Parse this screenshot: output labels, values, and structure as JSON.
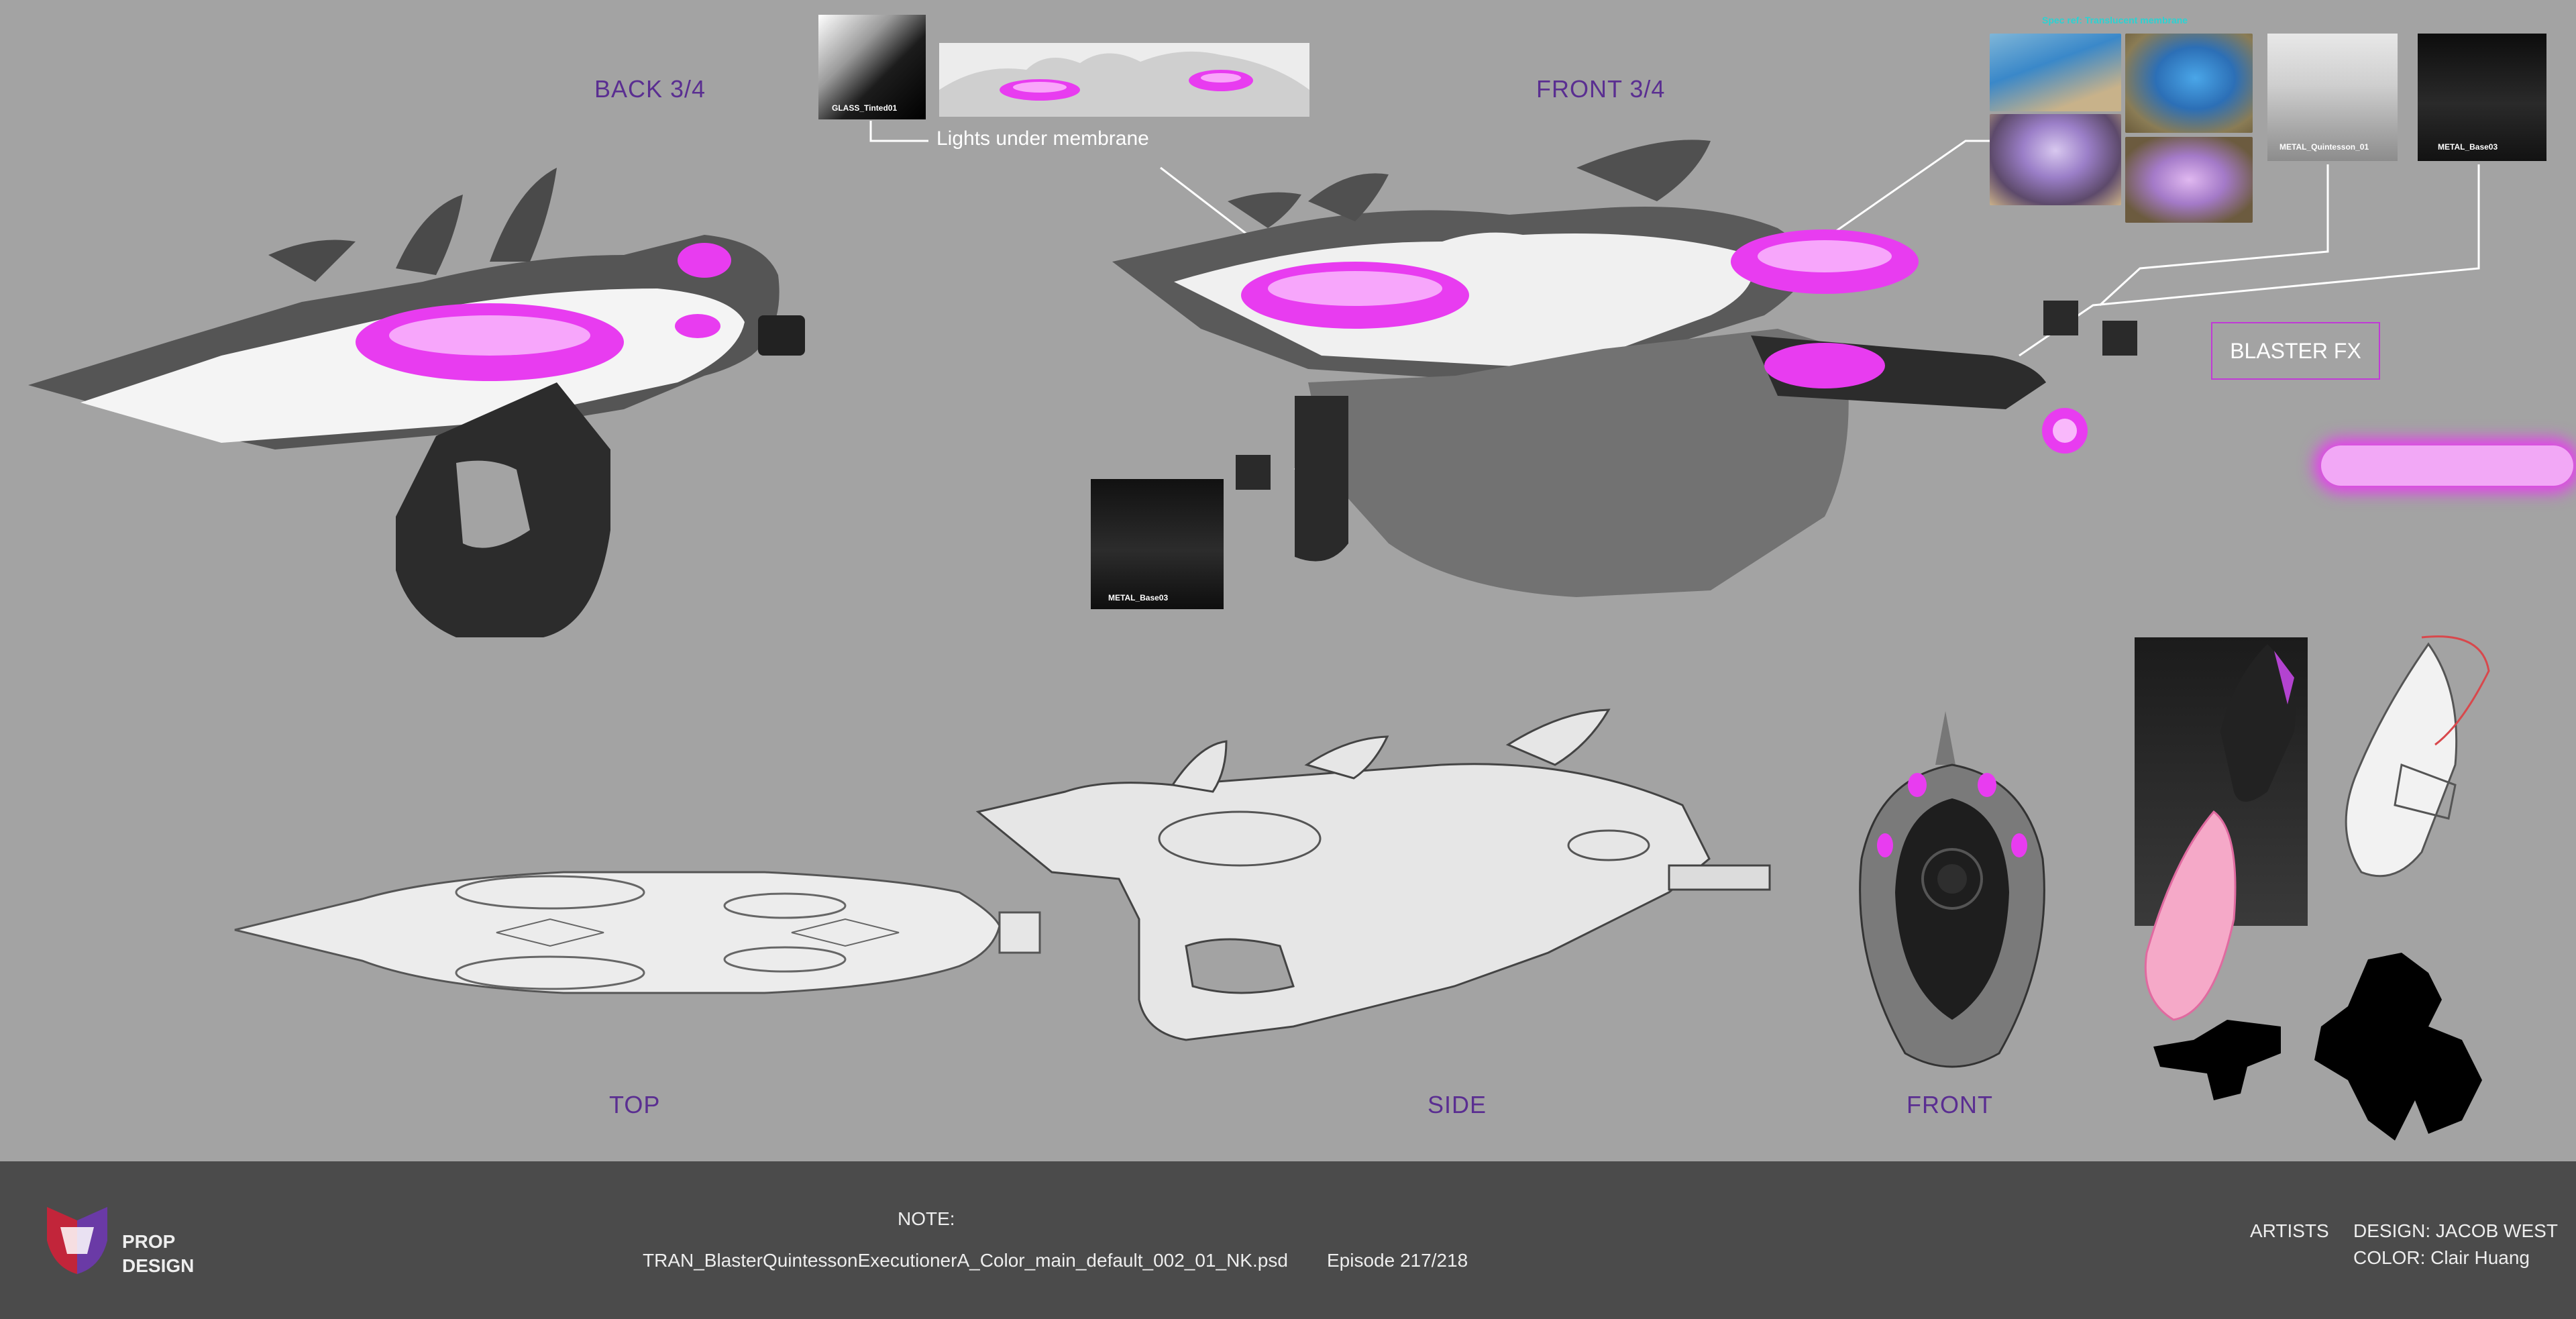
{
  "views": {
    "back_three_quarter": "BACK 3/4",
    "front_three_quarter": "FRONT 3/4",
    "top": "TOP",
    "side": "SIDE",
    "front": "FRONT"
  },
  "callouts": {
    "lights": "Lights under membrane",
    "blaster_fx": "BLASTER FX",
    "spec_ref": "Spec ref: Translucent membrane"
  },
  "swatches": {
    "glass": "GLASS_Tinted01",
    "metal_quintesson": "METAL_Quintesson_01",
    "metal_base_top": "METAL_Base03",
    "metal_base_bottom": "METAL_Base03"
  },
  "footer": {
    "logo_line1": "PROP",
    "logo_line2": "DESIGN",
    "note_label": "NOTE:",
    "filename": "TRAN_BlasterQuintessonExecutionerA_Color_main_default_002_01_NK.psd",
    "episode": "Episode 217/218",
    "artists_label": "ARTISTS",
    "design_credit": "DESIGN: JACOB WEST",
    "color_credit": "COLOR: Clair Huang"
  },
  "colors": {
    "background": "#a3a3a3",
    "label_purple": "#5a2e91",
    "glow_magenta": "#e83cf0",
    "footer_bg": "#4b4b4b"
  }
}
